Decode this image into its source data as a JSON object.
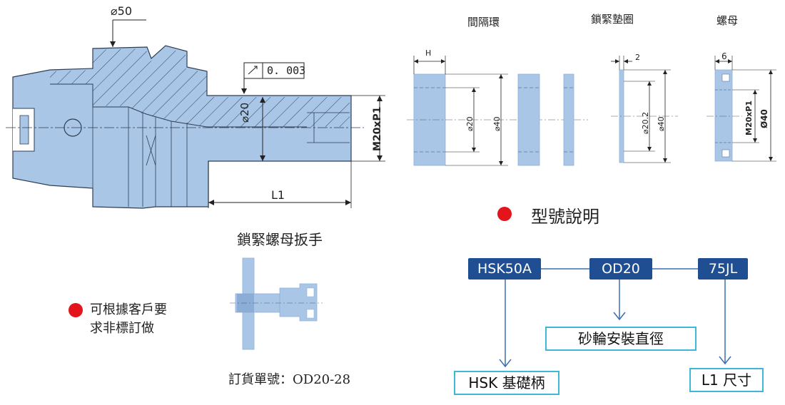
{
  "holder": {
    "flange_dia": "⌀50",
    "runout": "0. 003",
    "shank_dia": "⌀20",
    "thread": "M20xP1",
    "length": "L1"
  },
  "parts": {
    "spacer_title": "間隔環",
    "washer_title": "鎖緊墊圈",
    "nut_title": "螺母",
    "spacer_width": "H",
    "spacer_inner": "⌀20",
    "spacer_outer": "⌀40",
    "washer_thickness": "2",
    "washer_inner": "⌀20.2",
    "washer_outer": "⌀40",
    "nut_thickness": "6",
    "nut_thread": "M20xP1",
    "nut_outer": "Ø40"
  },
  "wrench": {
    "title": "鎖緊螺母扳手",
    "order_no": "訂貨單號：OD20-28"
  },
  "custom_note": {
    "line1": "可根據客戶要",
    "line2": "求非標訂做"
  },
  "model": {
    "heading": "型號說明",
    "codes": [
      "HSK50A",
      "OD20",
      "75JL"
    ],
    "meanings": [
      "HSK 基礎柄",
      "砂輪安裝直徑",
      "L1 尺寸"
    ]
  },
  "colors": {
    "part_fill": "#a9c6e6",
    "chip": "#1f4f92",
    "callout_border": "#3fb7d9",
    "arrow": "#3b6fb0",
    "bullet": "#e3141b"
  }
}
